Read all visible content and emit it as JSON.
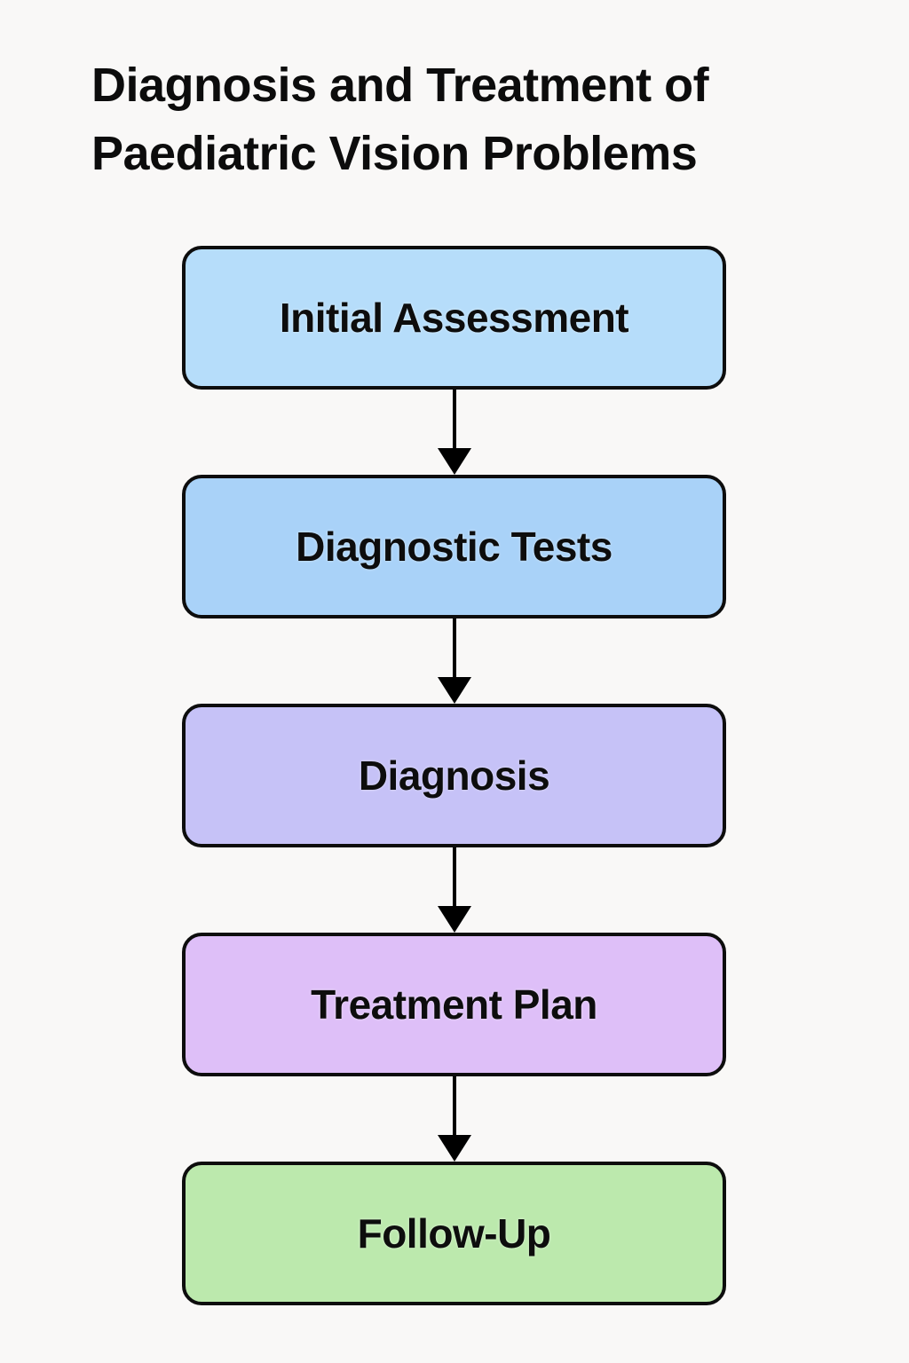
{
  "title": "Diagnosis and Treatment of\nPaediatric Vision Problems",
  "colors": {
    "background": "#f9f8f7",
    "node_border": "#0d0d0d",
    "node_text": "#0d0d0d",
    "arrow": "#000000"
  },
  "flowchart": {
    "direction": "top-down",
    "nodes": [
      {
        "label": "Initial Assessment",
        "fill": "#b6ddfa"
      },
      {
        "label": "Diagnostic Tests",
        "fill": "#a9d2f8"
      },
      {
        "label": "Diagnosis",
        "fill": "#c6c2f7"
      },
      {
        "label": "Treatment Plan",
        "fill": "#debff8"
      },
      {
        "label": "Follow-Up",
        "fill": "#bce9ad"
      }
    ]
  }
}
